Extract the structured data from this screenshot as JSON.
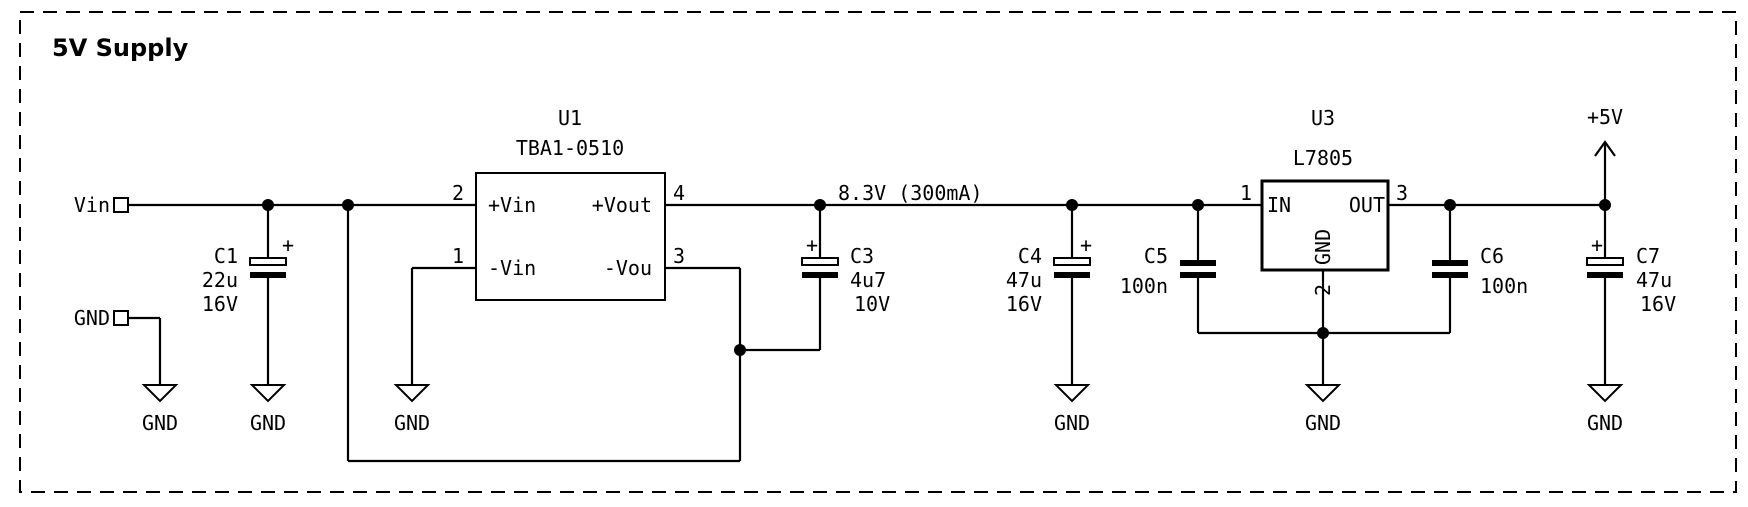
{
  "title": "5V Supply",
  "ports": {
    "vin": "Vin",
    "gnd": "GND"
  },
  "gnd_label": "GND",
  "net_label": "8.3V (300mA)",
  "power_label": "+5V",
  "u1": {
    "ref": "U1",
    "value": "TBA1-0510",
    "pins": {
      "p_vin_plus": "+Vin",
      "p_vout_plus": "+Vout",
      "p_vin_minus": "-Vin",
      "p_vout_minus": "-Vou"
    },
    "pin_numbers": {
      "n2": "2",
      "n4": "4",
      "n1": "1",
      "n3": "3"
    }
  },
  "u3": {
    "ref": "U3",
    "value": "L7805",
    "pins": {
      "in": "IN",
      "out": "OUT",
      "gnd": "GND"
    },
    "pin_numbers": {
      "n1": "1",
      "n3": "3",
      "n2": "2"
    }
  },
  "caps": {
    "c1": {
      "ref": "C1",
      "value": "22u",
      "voltage": "16V"
    },
    "c3": {
      "ref": "C3",
      "value": "4u7",
      "voltage": "10V"
    },
    "c4": {
      "ref": "C4",
      "value": "47u",
      "voltage": "16V"
    },
    "c5": {
      "ref": "C5",
      "value": "100n"
    },
    "c6": {
      "ref": "C6",
      "value": "100n"
    },
    "c7": {
      "ref": "C7",
      "value": "47u",
      "voltage": "16V"
    }
  },
  "polarity_mark": "+"
}
